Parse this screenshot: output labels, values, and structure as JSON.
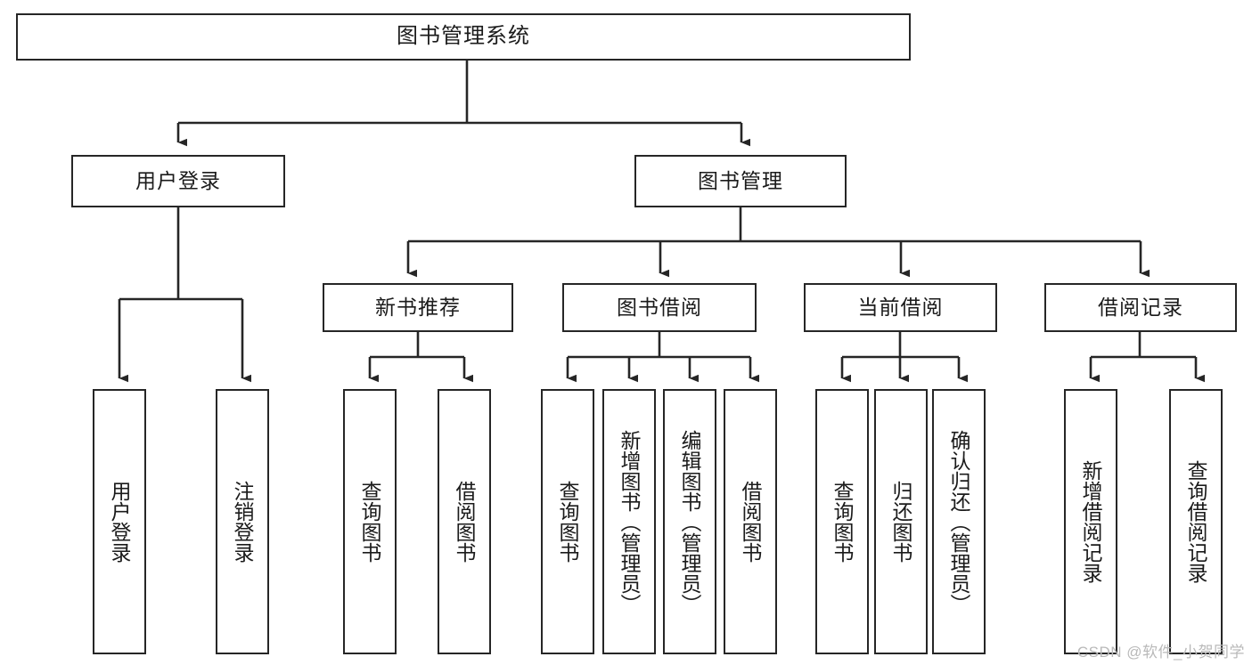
{
  "diagram": {
    "title": "图书管理系统",
    "root": {
      "label": "图书管理系统"
    },
    "level1": [
      {
        "label": "用户登录"
      },
      {
        "label": "图书管理"
      }
    ],
    "level2": [
      {
        "label": "新书推荐"
      },
      {
        "label": "图书借阅"
      },
      {
        "label": "当前借阅"
      },
      {
        "label": "借阅记录"
      }
    ],
    "leaves": {
      "user_login": [
        {
          "label": "用户登录"
        },
        {
          "label": "注销登录"
        }
      ],
      "new_book_recommend": [
        {
          "label": "查询图书"
        },
        {
          "label": "借阅图书"
        }
      ],
      "book_borrow": [
        {
          "label": "查询图书"
        },
        {
          "label": "新增图书（管理员）"
        },
        {
          "label": "编辑图书（管理员）"
        },
        {
          "label": "借阅图书"
        }
      ],
      "current_borrow": [
        {
          "label": "查询图书"
        },
        {
          "label": "归还图书"
        },
        {
          "label": "确认归还（管理员）"
        }
      ],
      "borrow_record": [
        {
          "label": "新增借阅记录"
        },
        {
          "label": "查询借阅记录"
        }
      ]
    }
  },
  "watermark": {
    "text": "CSDN @软件_小贺同学"
  },
  "colors": {
    "stroke": "#262626",
    "fill": "#ffffff",
    "text": "#1b1b1b",
    "watermark": "#b9b9b9"
  }
}
